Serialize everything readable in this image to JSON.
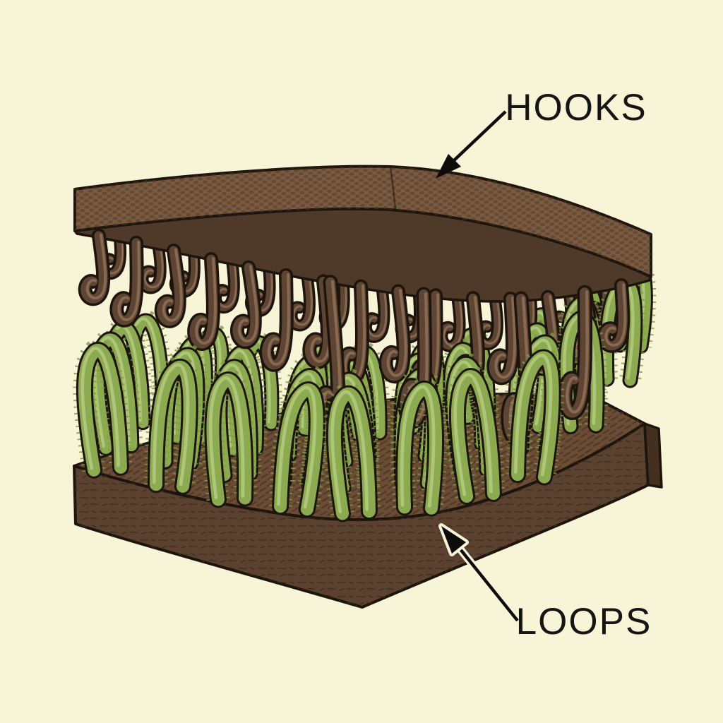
{
  "title": "Hook and loop fastener cross-section diagram",
  "labels": {
    "hooks": "HOOKS",
    "loops": "LOOPS"
  },
  "colors": {
    "background": "#f8f4d8",
    "outline": "#1d150d",
    "strip_face": "#7a5a40",
    "strip_face_dot": "#4e3826",
    "strip_underside": "#4f3a29",
    "hook_main": "#5d4433",
    "hook_highlight": "#8f7057",
    "loop_main": "#8cab51",
    "loop_highlight": "#b3c87d",
    "loop_fuzz": "#7d9b44",
    "slab_top": "#6b4d36",
    "slab_top_hatch": "#4a3422",
    "slab_front": "#5b4130",
    "slab_front_scratch": "#3c2b1c",
    "slab_side": "#443020",
    "label_text": "#161514",
    "arrow": "#0e0c0a",
    "arrow_halo": "#f8f4d8"
  },
  "illustration": {
    "upper_strip": "woven hook tape, bent downward at center",
    "lower_strip": "loop tape slab in perspective",
    "hooks": {
      "front_row": 15,
      "back_row": 14,
      "long_interlocked": 4
    },
    "loops": {
      "rows": 4,
      "count": 37
    }
  }
}
